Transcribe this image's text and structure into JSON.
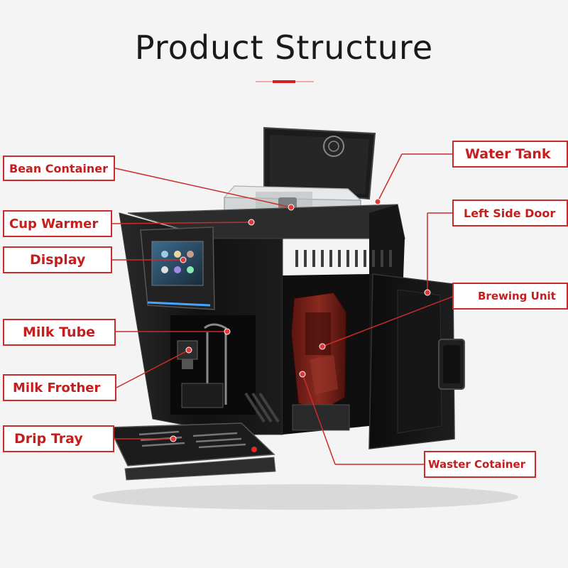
{
  "page": {
    "title": "Product  Structure"
  },
  "colors": {
    "accent": "#cc2b2b",
    "label_text": "#c41e1e",
    "machine_body": "#141414",
    "background": "#f4f4f4",
    "brewing_unit": "#6e1d17"
  },
  "callouts": [
    {
      "key": "bean-container",
      "label": "Bean Container"
    },
    {
      "key": "cup-warmer",
      "label": "Cup Warmer"
    },
    {
      "key": "display",
      "label": "Display"
    },
    {
      "key": "milk-tube",
      "label": "Milk Tube"
    },
    {
      "key": "milk-frother",
      "label": "Milk Frother"
    },
    {
      "key": "drip-tray",
      "label": "Drip Tray"
    },
    {
      "key": "water-tank",
      "label": "Water Tank"
    },
    {
      "key": "left-side-door",
      "label": "Left Side Door"
    },
    {
      "key": "brewing-unit",
      "label": "Brewing Unit"
    },
    {
      "key": "waster-cotainer",
      "label": "Waster Cotainer"
    }
  ],
  "icons": [
    "water-tank-lid-icon",
    "touch-screen-icon",
    "power-button-icon",
    "drip-tray-grille-icon"
  ]
}
